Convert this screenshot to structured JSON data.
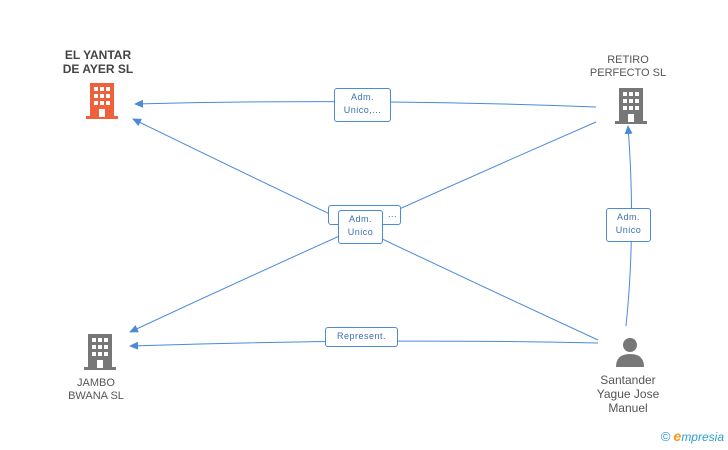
{
  "colors": {
    "edge": "#4a8ad8",
    "focus_company": "#f0603a",
    "company": "#777777",
    "person": "#777777"
  },
  "nodes": {
    "el_yantar": {
      "line1": "EL YANTAR",
      "line2": "DE AYER SL",
      "icon": "building-icon"
    },
    "retiro": {
      "line1": "RETIRO",
      "line2": "PERFECTO  SL",
      "icon": "building-icon"
    },
    "jambo": {
      "line1": "JAMBO",
      "line2": "BWANA  SL",
      "icon": "building-icon"
    },
    "santander": {
      "line1": "Santander",
      "line2": "Yague Jose",
      "line3": "Manuel",
      "icon": "person-icon"
    }
  },
  "edges": {
    "retiro_to_yantar": {
      "line1": "Adm.",
      "line2": "Unico,..."
    },
    "center_back": {
      "line1": "Adm.",
      "line2": "..."
    },
    "center_front": {
      "line1": "Adm.",
      "line2": "Unico"
    },
    "santander_to_retiro": {
      "line1": "Adm.",
      "line2": "Unico"
    },
    "santander_to_jambo": {
      "line1": "Represent."
    }
  },
  "brand": {
    "copyright": "©",
    "e": "e",
    "rest": "mpresia"
  }
}
